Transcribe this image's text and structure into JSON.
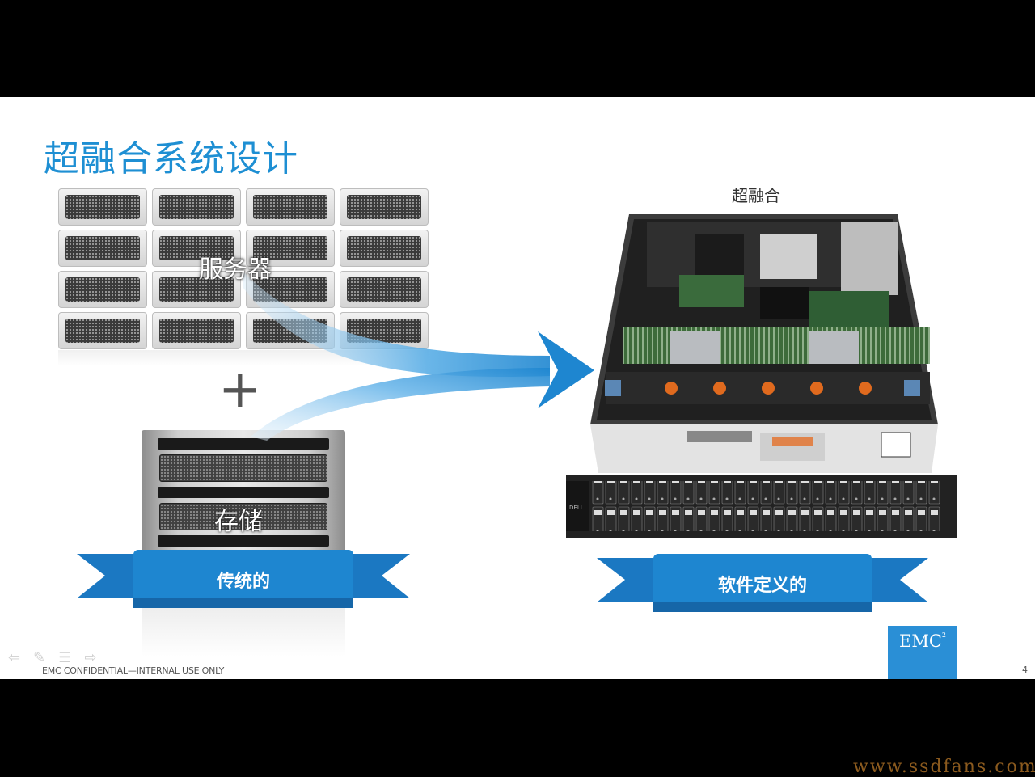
{
  "slide": {
    "title": "超融合系统设计",
    "server_label": "服务器",
    "storage_label": "存储",
    "traditional_label": "传统的",
    "converged_label": "超融合",
    "software_defined_label": "软件定义的",
    "footer": "EMC CONFIDENTIAL—INTERNAL USE ONLY",
    "page_number": "4",
    "logo_text": "EMC",
    "logo_sup": "2"
  },
  "watermark": "www.ssdfans.com",
  "nav": {
    "icons": [
      "arrow-left-icon",
      "pen-icon",
      "menu-icon",
      "arrow-right-icon"
    ]
  },
  "colors": {
    "title_blue": "#1e8fd3",
    "ribbon_blue": "#1e86d0",
    "emc_blue": "#2a8fd6"
  }
}
